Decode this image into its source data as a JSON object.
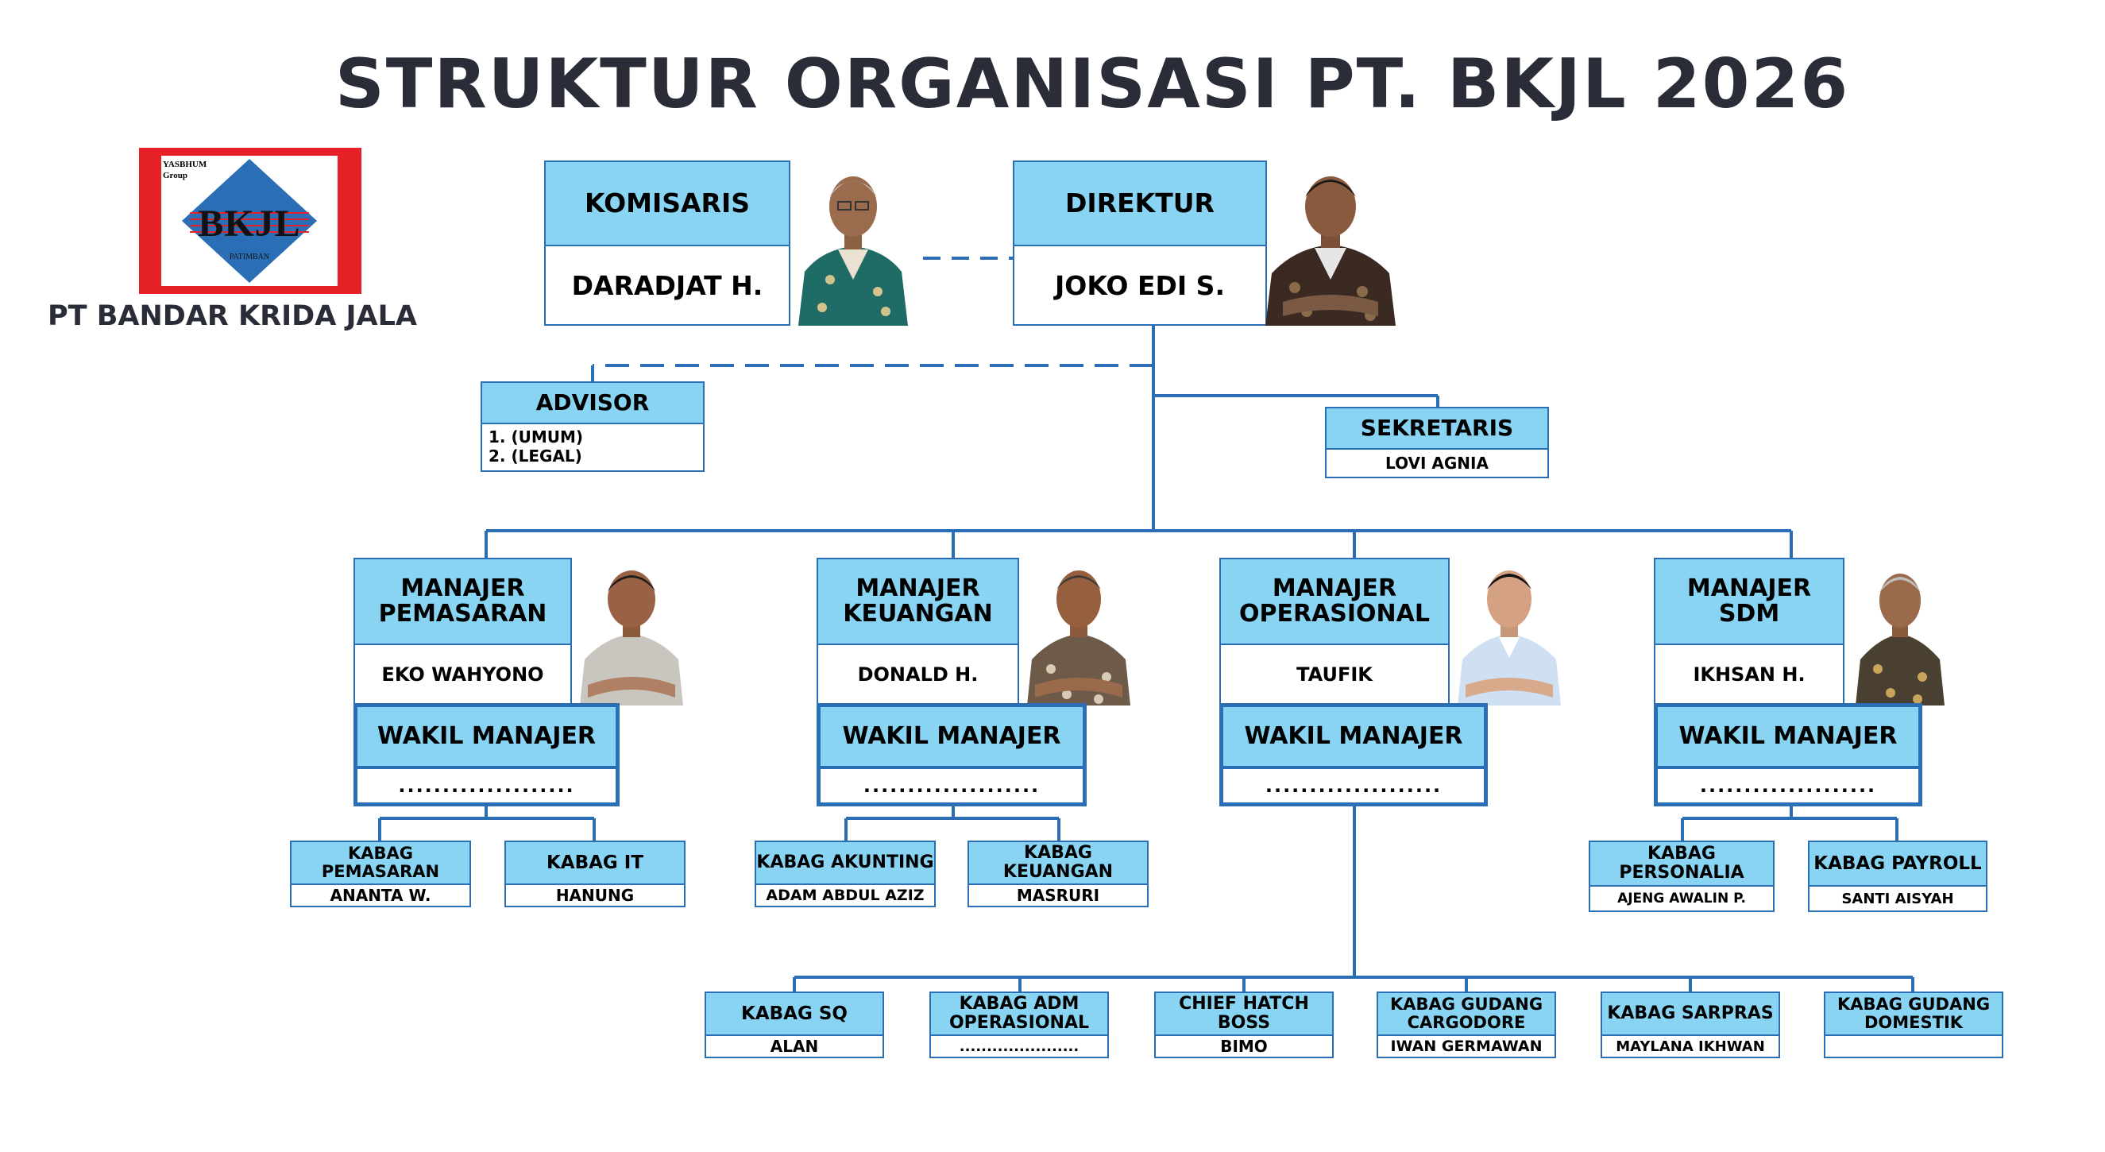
{
  "title": "STRUKTUR ORGANISASI PT. BKJL 2026",
  "logo": {
    "brand": "BKJL",
    "group": "YASBHUM Group",
    "place": "PATIMBAN",
    "company_name": "PT BANDAR KRIDA JALA"
  },
  "komisaris": {
    "role": "KOMISARIS",
    "name": "DARADJAT H.",
    "icon": "person-photo"
  },
  "direktur": {
    "role": "DIREKTUR",
    "name": "JOKO EDI S.",
    "icon": "person-photo"
  },
  "advisor": {
    "role": "ADVISOR",
    "items": [
      "1. (UMUM)",
      "2. (LEGAL)"
    ]
  },
  "sekretaris": {
    "role": "SEKRETARIS",
    "name": "LOVI AGNIA"
  },
  "managers": [
    {
      "role": "MANAJER PEMASARAN",
      "name": "EKO WAHYONO",
      "wakil_role": "WAKIL MANAJER",
      "wakil_name": "...................."
    },
    {
      "role": "MANAJER KEUANGAN",
      "name": "DONALD H.",
      "wakil_role": "WAKIL MANAJER",
      "wakil_name": "...................."
    },
    {
      "role": "MANAJER OPERASIONAL",
      "name": "TAUFIK",
      "wakil_role": "WAKIL MANAJER",
      "wakil_name": "...................."
    },
    {
      "role": "MANAJER SDM",
      "name": "IKHSAN H.",
      "wakil_role": "WAKIL MANAJER",
      "wakil_name": "...................."
    }
  ],
  "kabag": [
    {
      "role": "KABAG PEMASARAN",
      "name": "ANANTA W."
    },
    {
      "role": "KABAG IT",
      "name": "HANUNG"
    },
    {
      "role": "KABAG AKUNTING",
      "name": "ADAM ABDUL AZIZ"
    },
    {
      "role": "KABAG KEUANGAN",
      "name": "MASRURI"
    },
    {
      "role": "KABAG PERSONALIA",
      "name": "AJENG AWALIN P."
    },
    {
      "role": "KABAG PAYROLL",
      "name": "SANTI AISYAH"
    }
  ],
  "ops_units": [
    {
      "role": "KABAG SQ",
      "name": "ALAN"
    },
    {
      "role": "KABAG ADM OPERASIONAL",
      "name": "......................"
    },
    {
      "role": "CHIEF HATCH BOSS",
      "name": "BIMO"
    },
    {
      "role": "KABAG GUDANG CARGODORE",
      "name": "IWAN GERMAWAN"
    },
    {
      "role": "KABAG SARPRAS",
      "name": "MAYLANA IKHWAN"
    },
    {
      "role": "KABAG GUDANG DOMESTIK",
      "name": ""
    }
  ],
  "colors": {
    "header_fill": "#89d4f2",
    "line": "#2a6fb5",
    "title": "#2a2d38",
    "logo_red": "#e62127",
    "logo_blue": "#2a6fb5"
  }
}
